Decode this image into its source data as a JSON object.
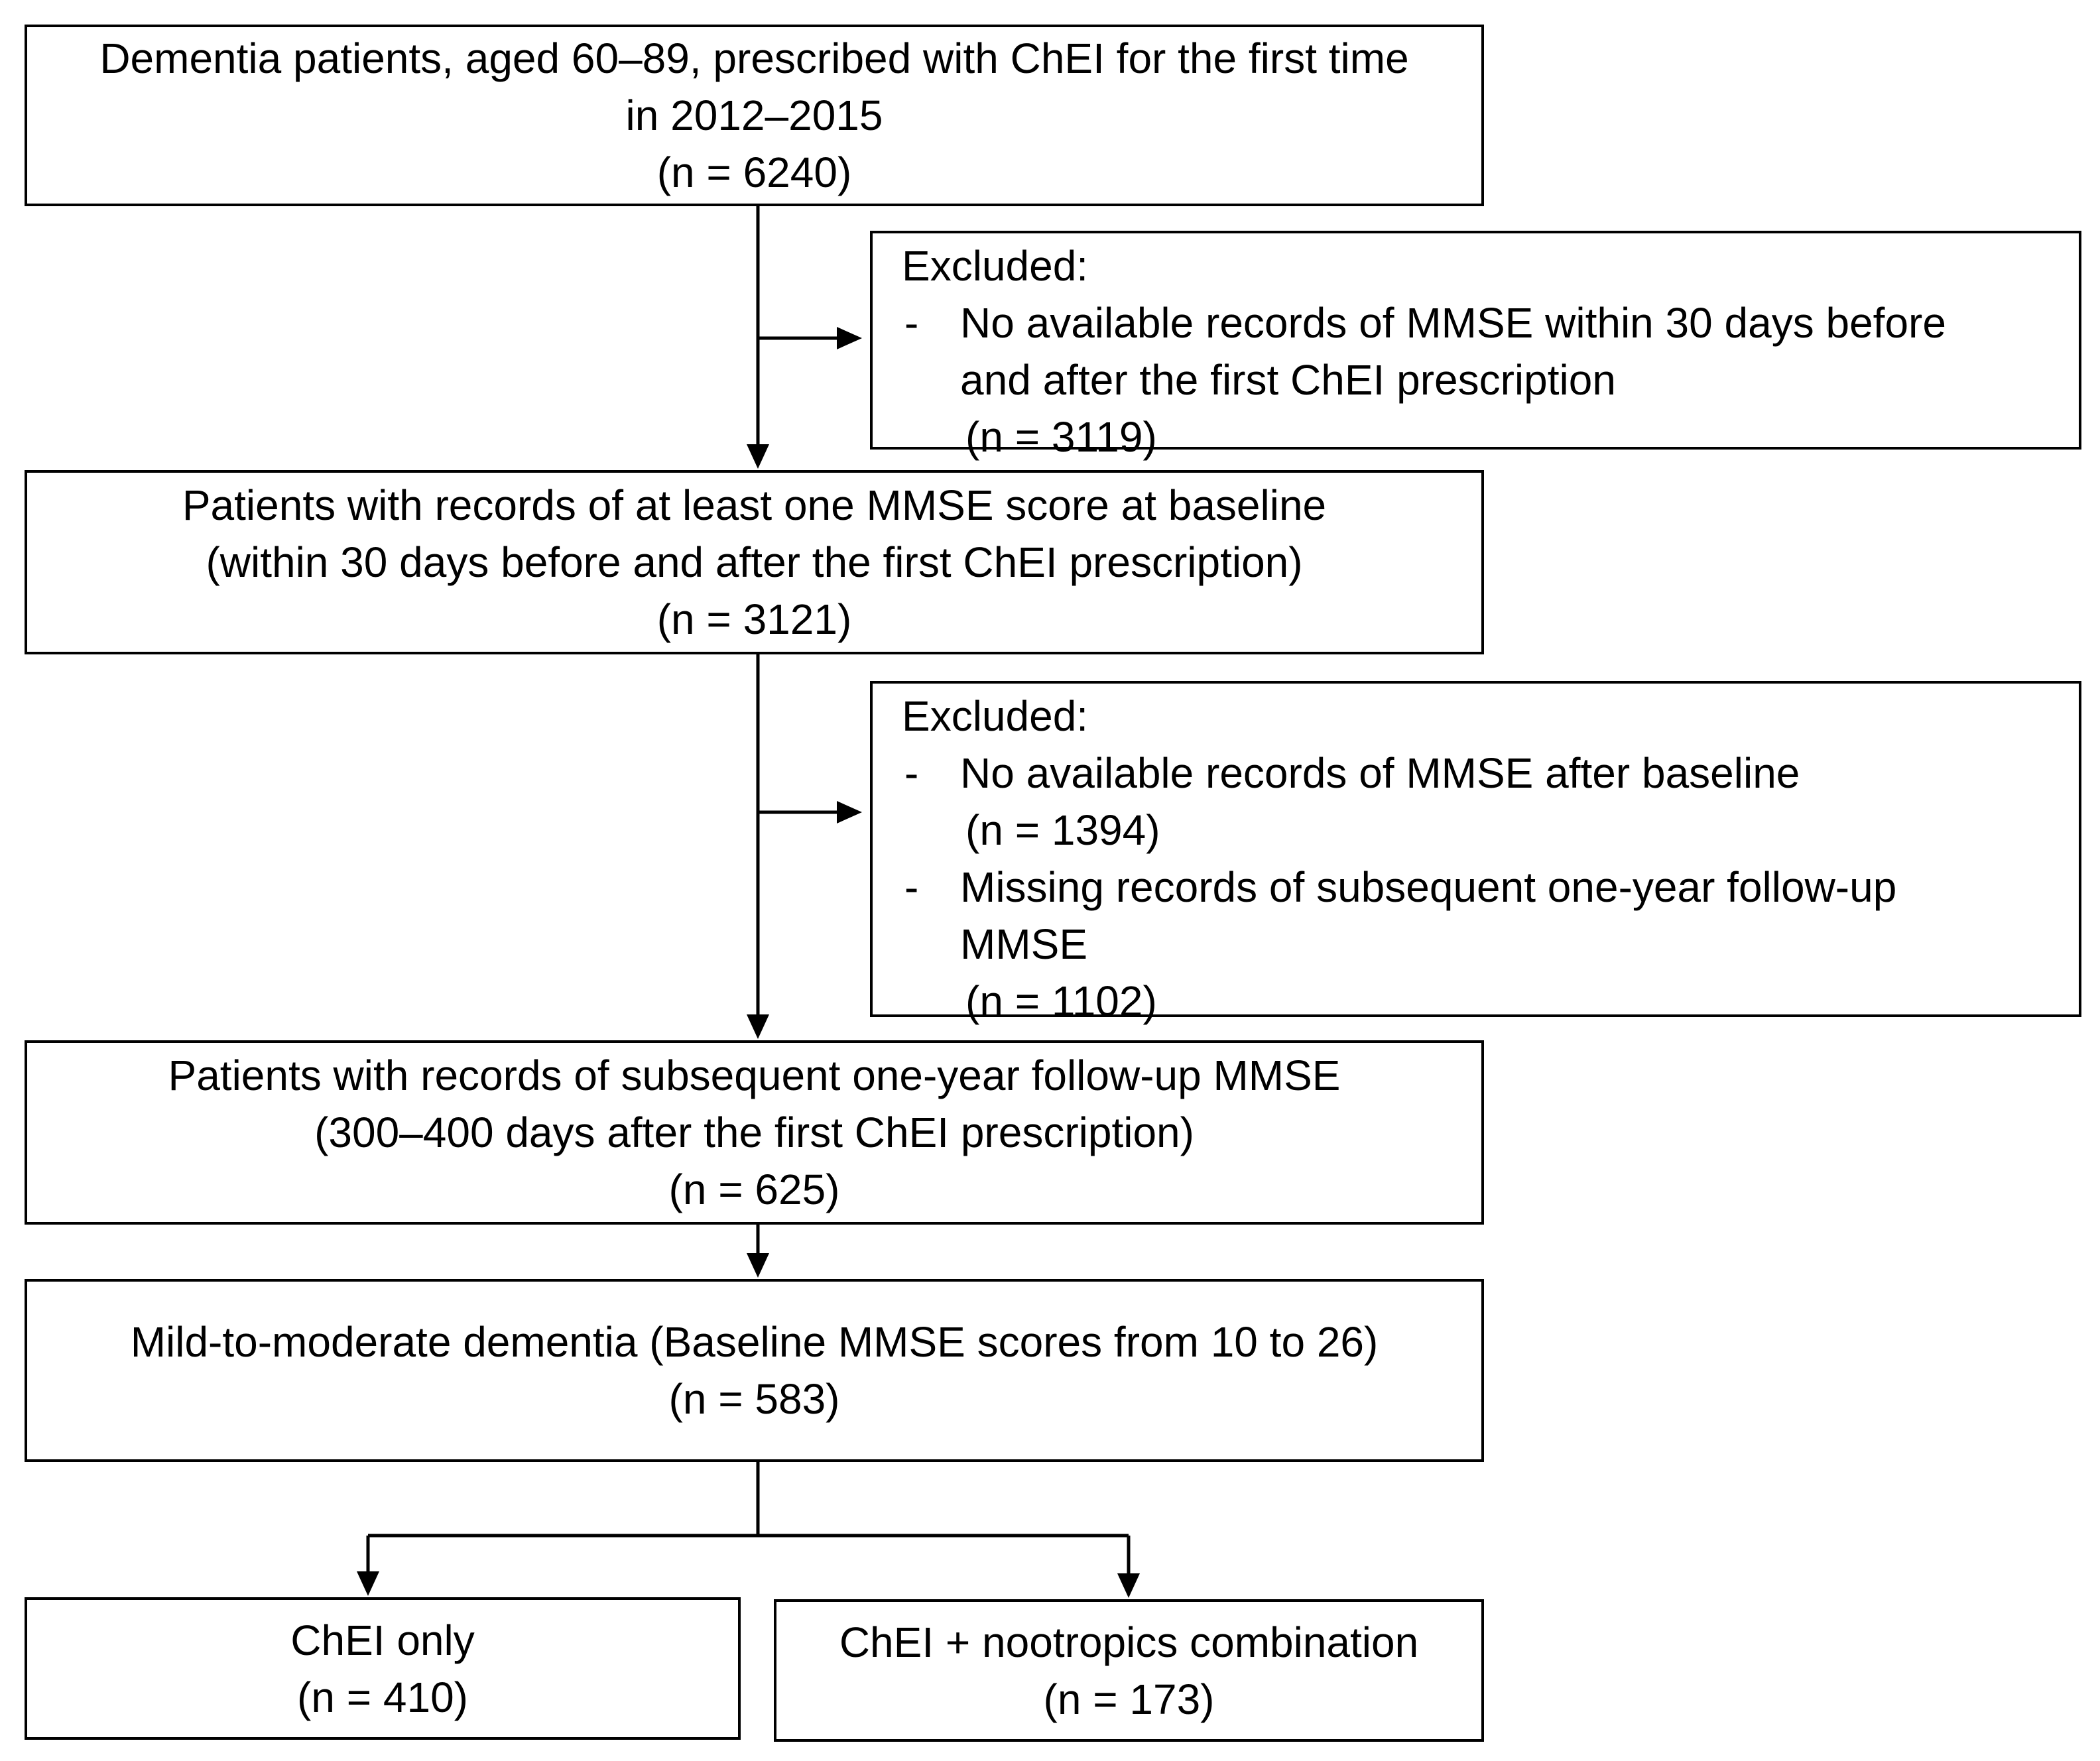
{
  "boxes": {
    "initial": {
      "line1": "Dementia patients, aged 60–89, prescribed with ChEI for the first time",
      "line2": "in 2012–2015",
      "count": "(n = 6240)"
    },
    "excluded1": {
      "title": "Excluded:",
      "items": [
        {
          "bullet": "-",
          "line1": "No available records of MMSE within 30 days before",
          "line2": "and after the first ChEI prescription",
          "count": "(n = 3119)"
        }
      ]
    },
    "baseline": {
      "line1": "Patients with records of at least one MMSE score at baseline",
      "line2": "(within 30 days before and after the first ChEI prescription)",
      "count": "(n = 3121)"
    },
    "excluded2": {
      "title": "Excluded:",
      "items": [
        {
          "bullet": "-",
          "line1": "No available records of MMSE after baseline",
          "count": "(n = 1394)"
        },
        {
          "bullet": "-",
          "line1": "Missing records of subsequent one-year follow-up",
          "line2": "MMSE",
          "count": "(n = 1102)"
        }
      ]
    },
    "followup": {
      "line1": "Patients with records of subsequent one-year follow-up MMSE",
      "line2": "(300–400 days after the first ChEI prescription)",
      "count": "(n = 625)"
    },
    "mild": {
      "line1": "Mild-to-moderate dementia (Baseline MMSE scores from 10 to 26)",
      "count": "(n = 583)"
    },
    "chei_only": {
      "line1": "ChEI only",
      "count": "(n = 410)"
    },
    "combination": {
      "line1": "ChEI + nootropics combination",
      "count": "(n = 173)"
    }
  }
}
